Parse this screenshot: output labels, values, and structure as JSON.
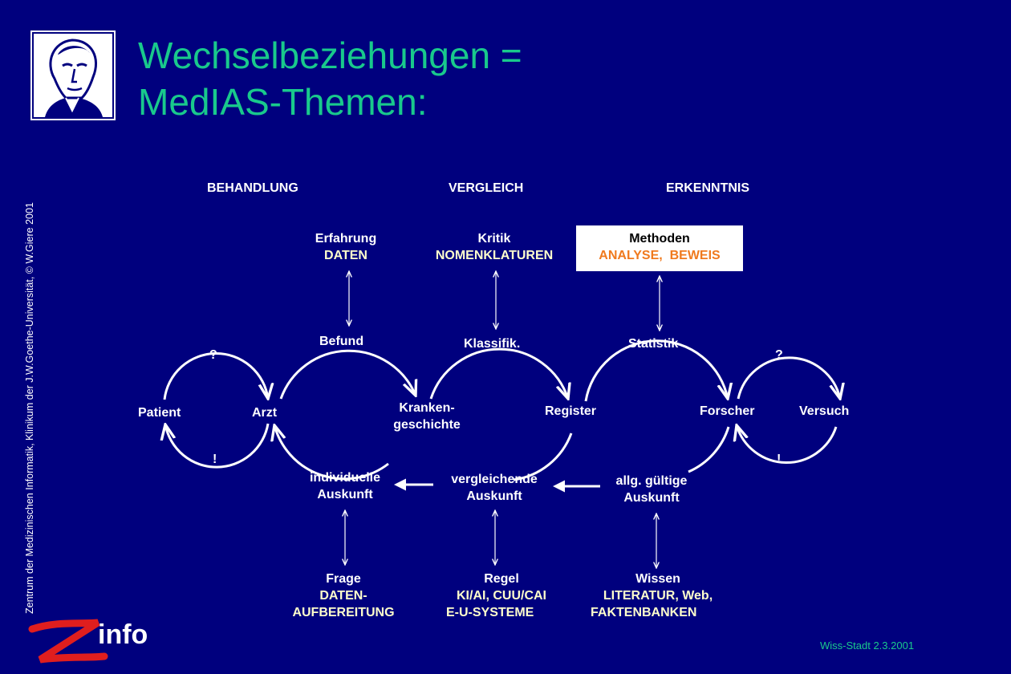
{
  "title": {
    "line1": "Wechselbeziehungen =",
    "line2": "MedIAS-Themen:"
  },
  "sidebar_text": "Zentrum der Medizinischen Informatik, Klinikum der J.W.Goethe-Universität, © W.Giere 2001",
  "headers": {
    "behandlung": "BEHANDLUNG",
    "vergleich": "VERGLEICH",
    "erkenntnis": "ERKENNTNIS"
  },
  "top": {
    "erfahrung": {
      "line1": "Erfahrung",
      "line2": "DATEN"
    },
    "kritik": {
      "line1": "Kritik",
      "line2": "NOMENKLATUREN"
    },
    "methoden": {
      "line1": "Methoden",
      "line2": "ANALYSE,  BEWEIS"
    }
  },
  "cycle": {
    "befund": "Befund",
    "klassifik": "Klassifik.",
    "statistik": "Statistik",
    "patient": "Patient",
    "arzt": "Arzt",
    "krankengeschichte_1": "Kranken-",
    "krankengeschichte_2": "geschichte",
    "register": "Register",
    "forscher": "Forscher",
    "versuch": "Versuch",
    "question_left": "?",
    "exclaim_left": "!",
    "question_right": "?",
    "exclaim_right": "!",
    "individuelle_1": "individuelle",
    "individuelle_2": "Auskunft",
    "vergleichende_1": "vergleichende",
    "vergleichende_2": "Auskunft",
    "allg_1": "allg. gültige",
    "allg_2": "Auskunft"
  },
  "bottom": {
    "frage": {
      "line1": "Frage",
      "line2": "DATEN-",
      "line3": "AUFBEREITUNG"
    },
    "regel": {
      "line1": "Regel",
      "line2": "KI/AI, CUU/CAI",
      "line3": "E-U-SYSTEME"
    },
    "wissen": {
      "line1": "Wissen",
      "line2": "LITERATUR, Web,",
      "line3": "FAKTENBANKEN"
    }
  },
  "logo_text": "info",
  "footer": "Wiss-Stadt 2.3.2001",
  "colors": {
    "background": "#00007e",
    "title": "#19c98c",
    "highlight": "#ffffcc",
    "orange": "#f07a1e",
    "logo_red": "#e01e1e"
  },
  "icons": {
    "logo": "goethe-portrait-icon",
    "zinfo": "z-info-logo"
  }
}
